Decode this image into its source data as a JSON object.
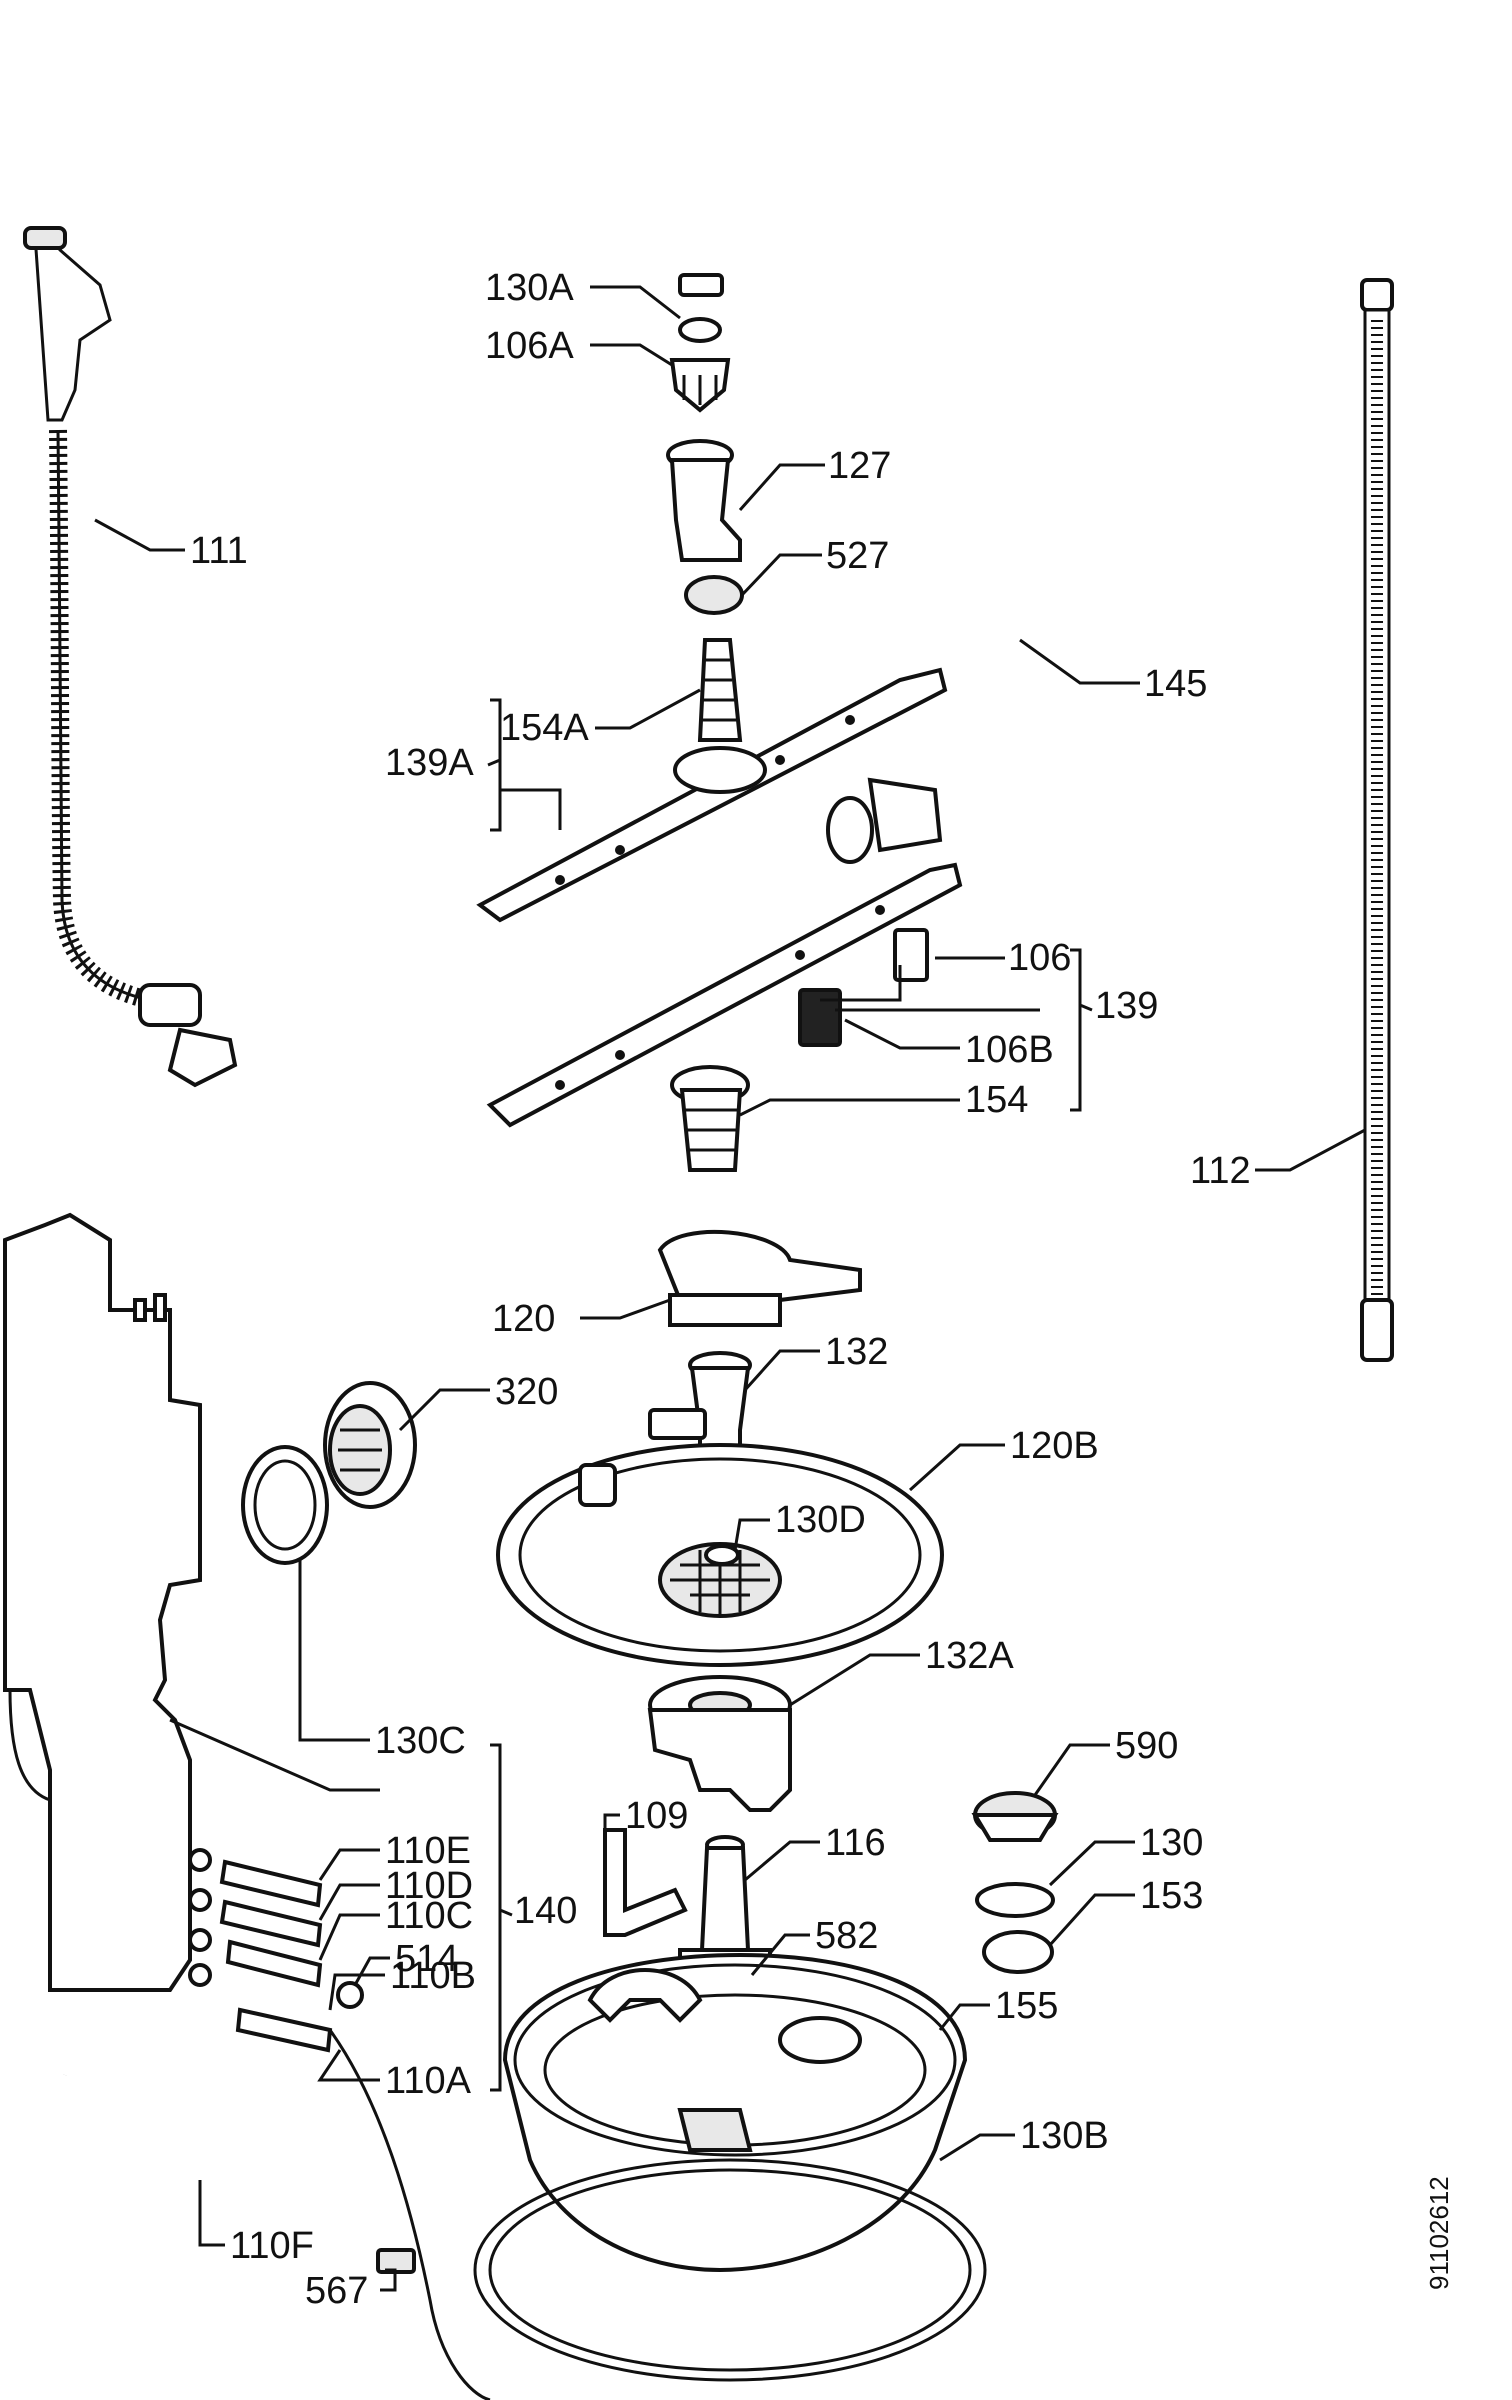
{
  "labels": {
    "l130A": "130A",
    "l106A": "106A",
    "l127": "127",
    "l527": "527",
    "l111": "111",
    "l145": "145",
    "l154A": "154A",
    "l139A": "139A",
    "l106": "106",
    "l139": "139",
    "l106B": "106B",
    "l154": "154",
    "l112": "112",
    "l120": "120",
    "l132": "132",
    "l320": "320",
    "l120B": "120B",
    "l130D": "130D",
    "l132A": "132A",
    "l590": "590",
    "l130C": "130C",
    "l109": "109",
    "l116": "116",
    "l130": "130",
    "l153": "153",
    "l110E": "110E",
    "l110D": "110D",
    "l110C": "110C",
    "l140": "140",
    "l514": "514",
    "l582": "582",
    "l110B": "110B",
    "l155": "155",
    "l110A": "110A",
    "l130B": "130B",
    "l110F": "110F",
    "l567": "567"
  },
  "drawing_code": "91102612"
}
